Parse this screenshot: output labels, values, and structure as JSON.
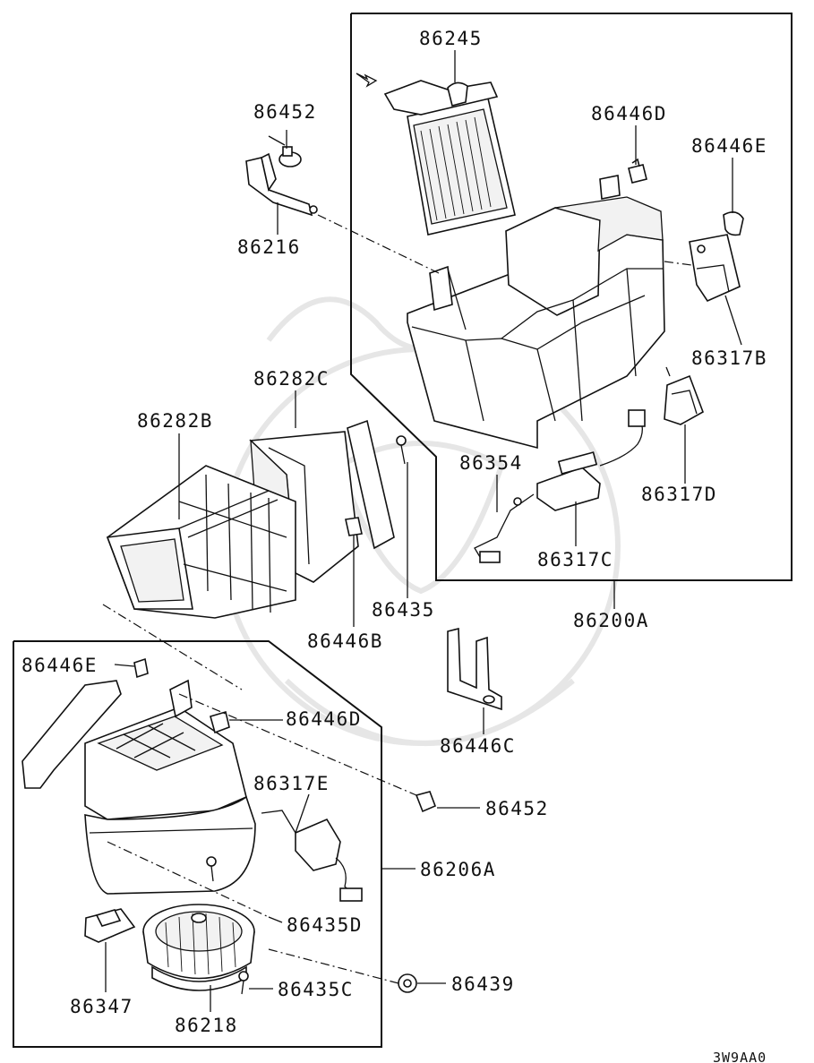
{
  "diagram_code": "3W9AA0",
  "labels": {
    "p86245": "86245",
    "p86452_top": "86452",
    "p86216": "86216",
    "p86446D_top": "86446D",
    "p86446E_top": "86446E",
    "p86317B": "86317B",
    "p86282C": "86282C",
    "p86282B": "86282B",
    "p86354": "86354",
    "p86317D": "86317D",
    "p86317C": "86317C",
    "p86435": "86435",
    "p86446B": "86446B",
    "p86200A": "86200A",
    "p86446E_bottom": "86446E",
    "p86446D_bottom": "86446D",
    "p86446C": "86446C",
    "p86317E": "86317E",
    "p86452_bottom": "86452",
    "p86206A": "86206A",
    "p86435D": "86435D",
    "p86439": "86439",
    "p86347": "86347",
    "p86435C": "86435C",
    "p86218": "86218"
  }
}
